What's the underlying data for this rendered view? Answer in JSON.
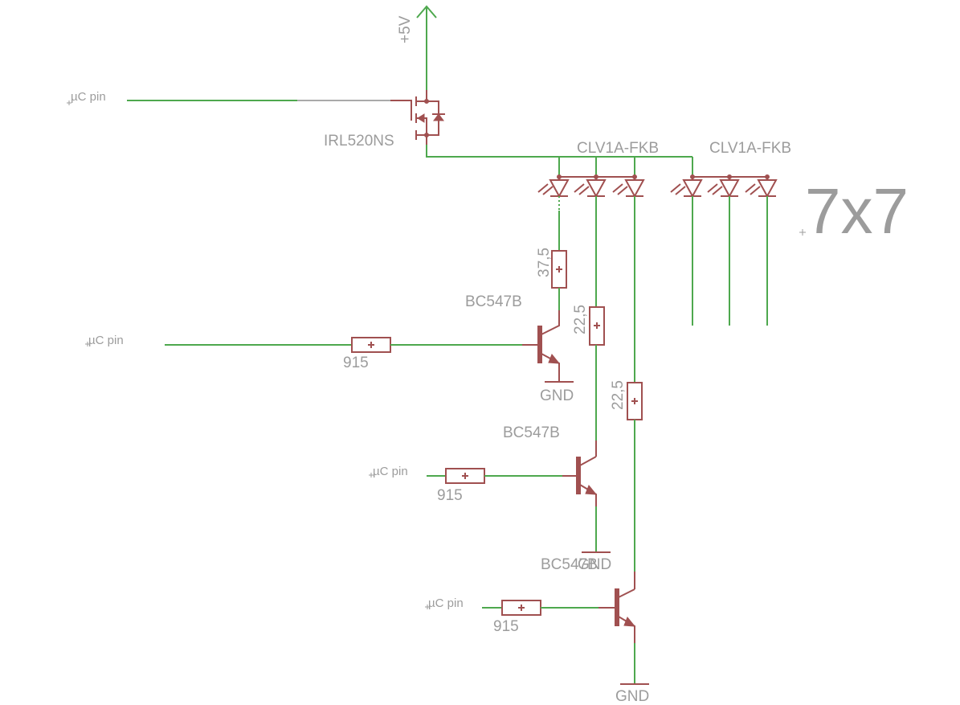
{
  "labels": {
    "supply": "+5V",
    "mosfet": "IRL520NS",
    "led_group_1": "CLV1A-FKB",
    "led_group_2": "CLV1A-FKB",
    "matrix": "7x7",
    "uc_pin_1": "µC pin",
    "uc_pin_2": "µC pin",
    "uc_pin_3": "µC pin",
    "uc_pin_4": "µC pin",
    "r_37": "37,5",
    "r_22a": "22,5",
    "r_22b": "22,5",
    "r_base_1": "915",
    "r_base_2": "915",
    "r_base_3": "915",
    "t1": "BC547B",
    "t2": "BC547B",
    "t3": "BC547B",
    "gnd_1": "GND",
    "gnd_2": "GND",
    "gnd_3": "GND"
  },
  "colors": {
    "wire": "#4ea84e",
    "part": "#a05050",
    "label": "#9c9c9c"
  }
}
